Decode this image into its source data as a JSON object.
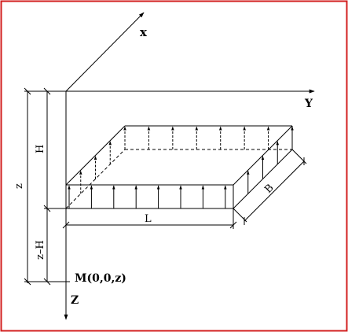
{
  "axes": {
    "x_label": "x",
    "y_label": "Y",
    "z_label": "Z"
  },
  "dimensions": {
    "h_label": "H",
    "z_label": "z",
    "z_minus_h_label": "z–H",
    "l_label": "L",
    "b_label": "B"
  },
  "point": {
    "m_label": "M(0,0,z)"
  },
  "colors": {
    "frame": "#d21e1e",
    "ink": "#000000"
  }
}
